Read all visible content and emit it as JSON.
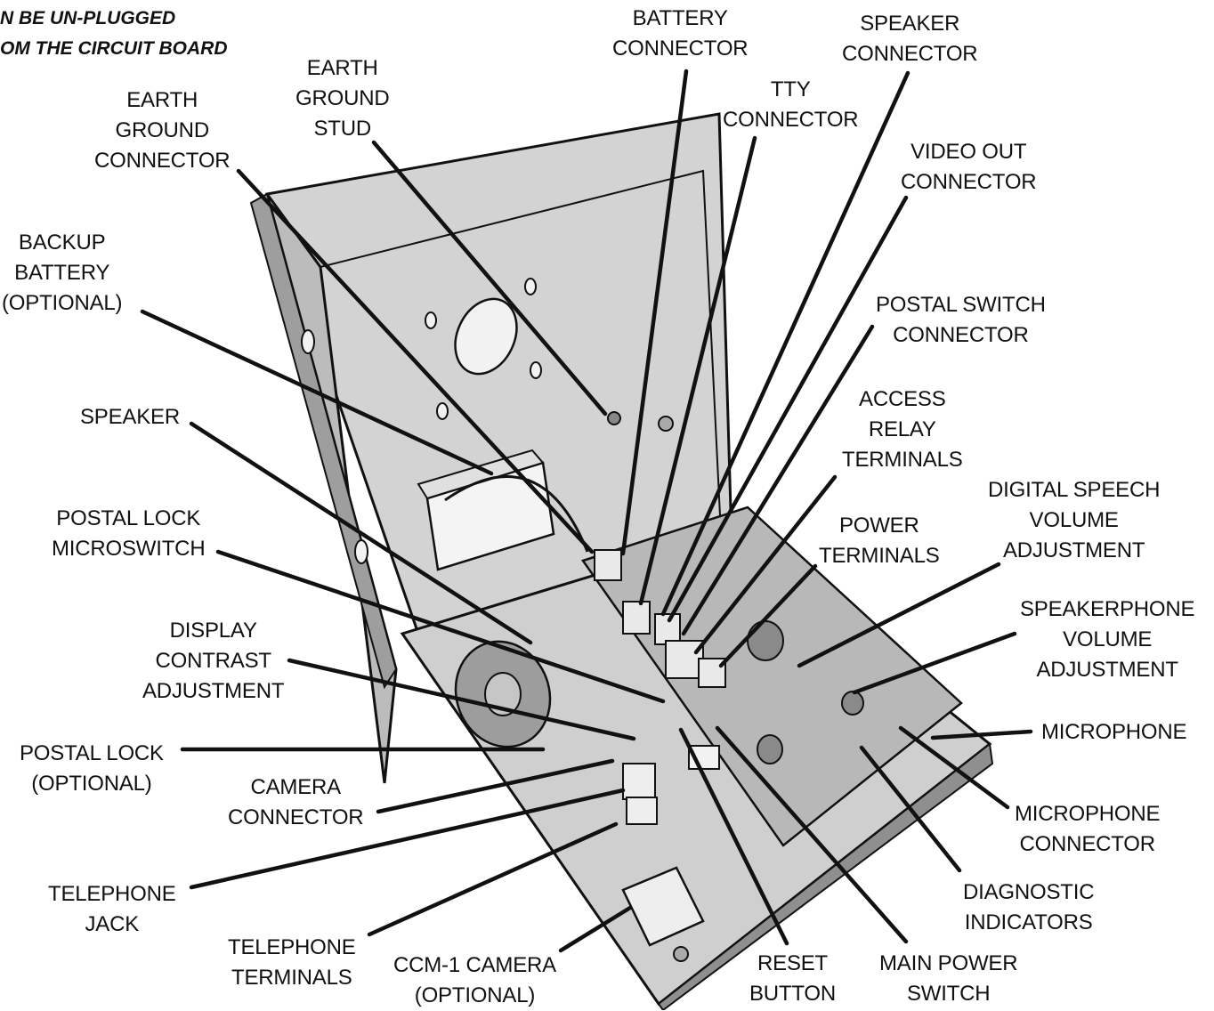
{
  "note": {
    "lines": [
      "N BE UN-PLUGGED",
      "OM THE CIRCUIT BOARD"
    ]
  },
  "labels": {
    "battery_connector": [
      "BATTERY",
      "CONNECTOR"
    ],
    "speaker_connector": [
      "SPEAKER",
      "CONNECTOR"
    ],
    "earth_ground_stud": [
      "EARTH",
      "GROUND",
      "STUD"
    ],
    "earth_ground_connector": [
      "EARTH",
      "GROUND",
      "CONNECTOR"
    ],
    "tty_connector": [
      "TTY",
      "CONNECTOR"
    ],
    "video_out_connector": [
      "VIDEO OUT",
      "CONNECTOR"
    ],
    "backup_battery": [
      "BACKUP",
      "BATTERY",
      "(OPTIONAL)"
    ],
    "postal_switch_connector": [
      "POSTAL SWITCH",
      "CONNECTOR"
    ],
    "speaker": [
      "SPEAKER"
    ],
    "access_relay_terminals": [
      "ACCESS",
      "RELAY",
      "TERMINALS"
    ],
    "digital_speech_volume": [
      "DIGITAL SPEECH",
      "VOLUME",
      "ADJUSTMENT"
    ],
    "postal_lock_microswitch": [
      "POSTAL LOCK",
      "MICROSWITCH"
    ],
    "power_terminals": [
      "POWER",
      "TERMINALS"
    ],
    "speakerphone_volume": [
      "SPEAKERPHONE",
      "VOLUME",
      "ADJUSTMENT"
    ],
    "display_contrast": [
      "DISPLAY",
      "CONTRAST",
      "ADJUSTMENT"
    ],
    "microphone": [
      "MICROPHONE"
    ],
    "postal_lock": [
      "POSTAL LOCK",
      "(OPTIONAL)"
    ],
    "camera_connector": [
      "CAMERA",
      "CONNECTOR"
    ],
    "microphone_connector": [
      "MICROPHONE",
      "CONNECTOR"
    ],
    "telephone_jack": [
      "TELEPHONE",
      "JACK"
    ],
    "diagnostic_indicators": [
      "DIAGNOSTIC",
      "INDICATORS"
    ],
    "telephone_terminals": [
      "TELEPHONE",
      "TERMINALS"
    ],
    "ccm1_camera": [
      "CCM-1 CAMERA",
      "(OPTIONAL)"
    ],
    "reset_button": [
      "RESET",
      "BUTTON"
    ],
    "main_power_switch": [
      "MAIN POWER",
      "SWITCH"
    ]
  },
  "colors": {
    "ink": "#111111",
    "panel": "#d9d9d9",
    "panel_dark": "#a9a9a9",
    "board": "#bdbdbd"
  }
}
